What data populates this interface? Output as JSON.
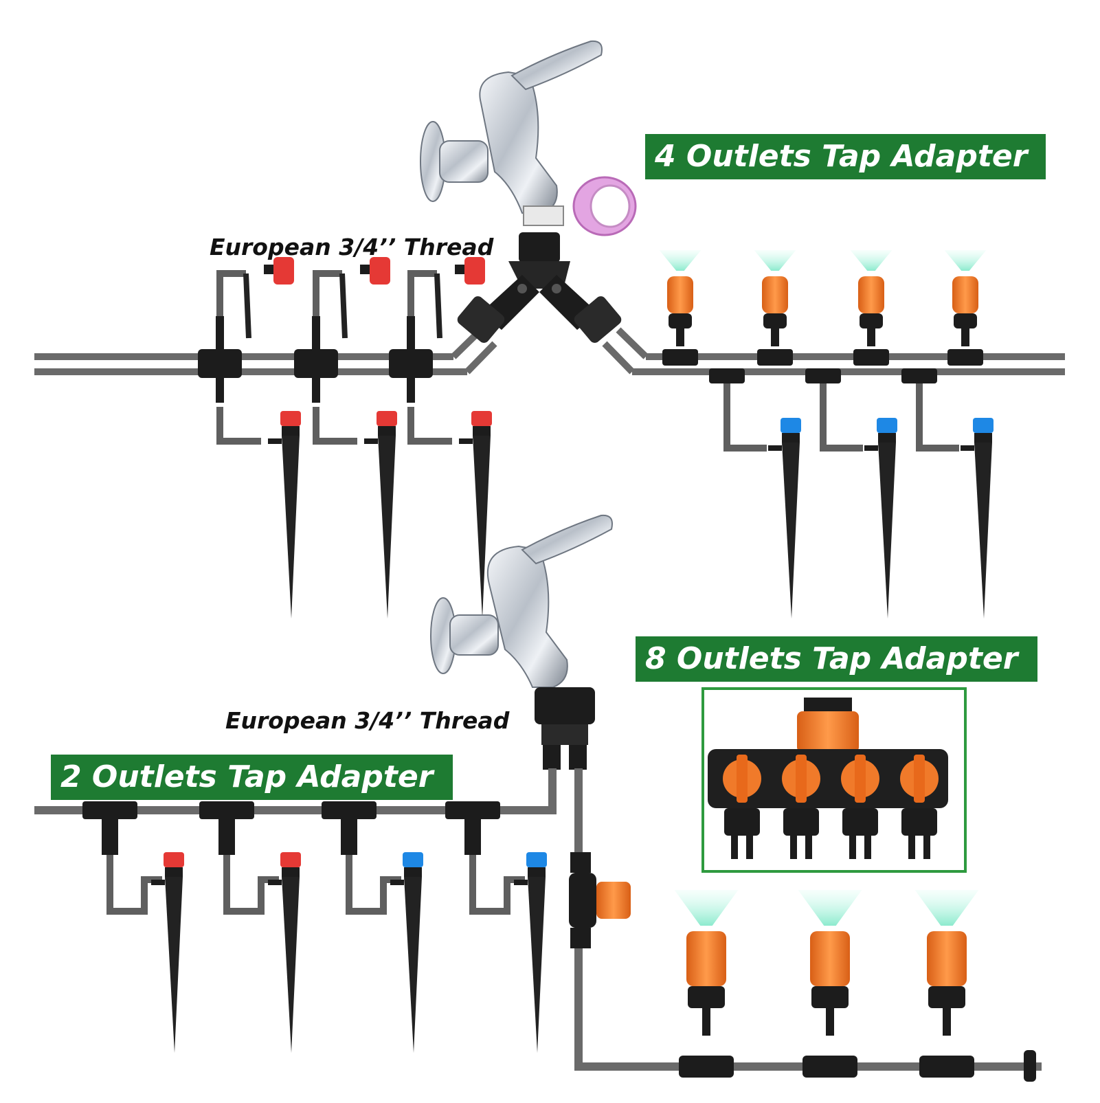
{
  "labels": {
    "banner_4_outlets": "4 Outlets Tap Adapter",
    "banner_8_outlets": "8 Outlets Tap Adapter",
    "banner_2_outlets": "2 Outlets Tap Adapter",
    "thread_top": "European 3/4’’ Thread",
    "thread_bottom": "European 3/4’’ Thread"
  },
  "colors": {
    "banner_green": "#1e7b32",
    "frame_green": "#2e9a3f",
    "tube_grey": "#5f5f5f",
    "fitting_black": "#1c1c1c",
    "nozzle_orange": "#f07a2a",
    "dripper_red": "#e53935",
    "dripper_blue": "#1e88e5",
    "chrome": "#c9ced6",
    "spray_mist": "#9ff0d8",
    "ptfe_pink": "#d98ad8"
  },
  "icons": {
    "faucet": "chrome-faucet-icon",
    "tape": "ptfe-tape-icon",
    "y_splitter": "y-splitter-icon",
    "four_way_adapter": "four-way-valve-icon"
  }
}
